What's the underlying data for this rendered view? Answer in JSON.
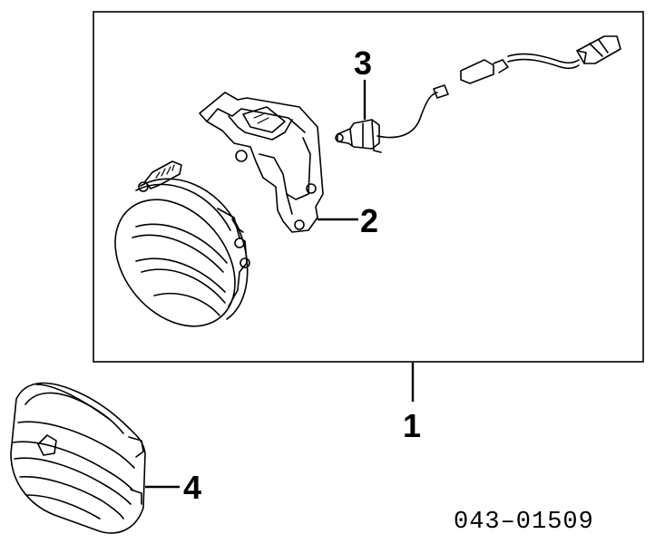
{
  "diagram": {
    "callouts": [
      {
        "id": "assembly",
        "label": "1"
      },
      {
        "id": "bracket",
        "label": "2"
      },
      {
        "id": "bulb",
        "label": "3"
      },
      {
        "id": "bezel",
        "label": "4"
      }
    ],
    "part_number": "043–01509",
    "colors": {
      "ink": "#000000",
      "background": "#ffffff"
    }
  }
}
